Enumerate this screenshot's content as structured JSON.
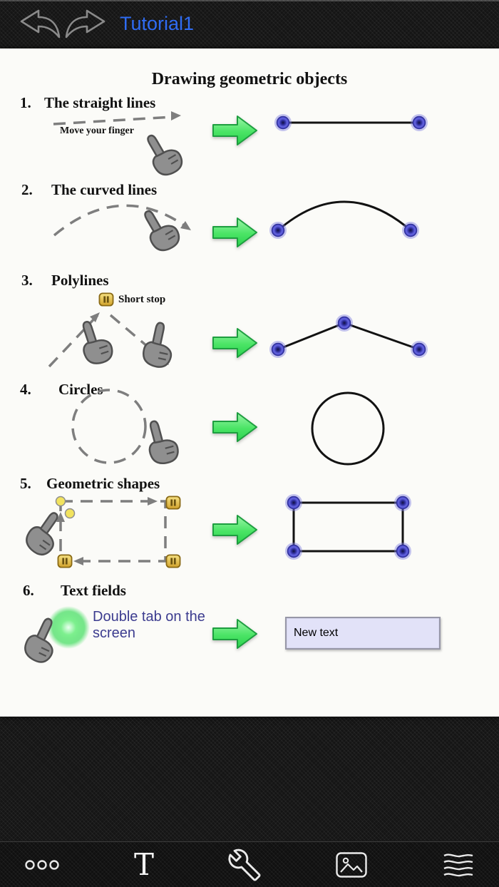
{
  "top_bar": {
    "title": "Tutorial1"
  },
  "canvas": {
    "title": "Drawing geometric objects",
    "items": [
      {
        "number": "1.",
        "label": "The straight lines",
        "annotation": "Move your finger"
      },
      {
        "number": "2.",
        "label": "The curved lines",
        "annotation": ""
      },
      {
        "number": "3.",
        "label": "Polylines",
        "annotation": "Short stop"
      },
      {
        "number": "4.",
        "label": "Circles",
        "annotation": ""
      },
      {
        "number": "5.",
        "label": "Geometric shapes",
        "annotation": ""
      },
      {
        "number": "6.",
        "label": "Text fields",
        "annotation": "Double tab on the screen"
      }
    ],
    "result_text_field": {
      "value": "New text"
    }
  },
  "toolbar": {
    "icons": [
      {
        "name": "more-options"
      },
      {
        "name": "text-tool",
        "glyph": "T"
      },
      {
        "name": "wrench-tool"
      },
      {
        "name": "gallery"
      },
      {
        "name": "layers"
      }
    ]
  },
  "colors": {
    "accent_blue": "#2F6CF3",
    "arrow_green": "#4AE465",
    "node_blue": "#5B5BDC",
    "pause_gold": "#E8C84A",
    "annotation_purple": "#3C3C8F"
  }
}
